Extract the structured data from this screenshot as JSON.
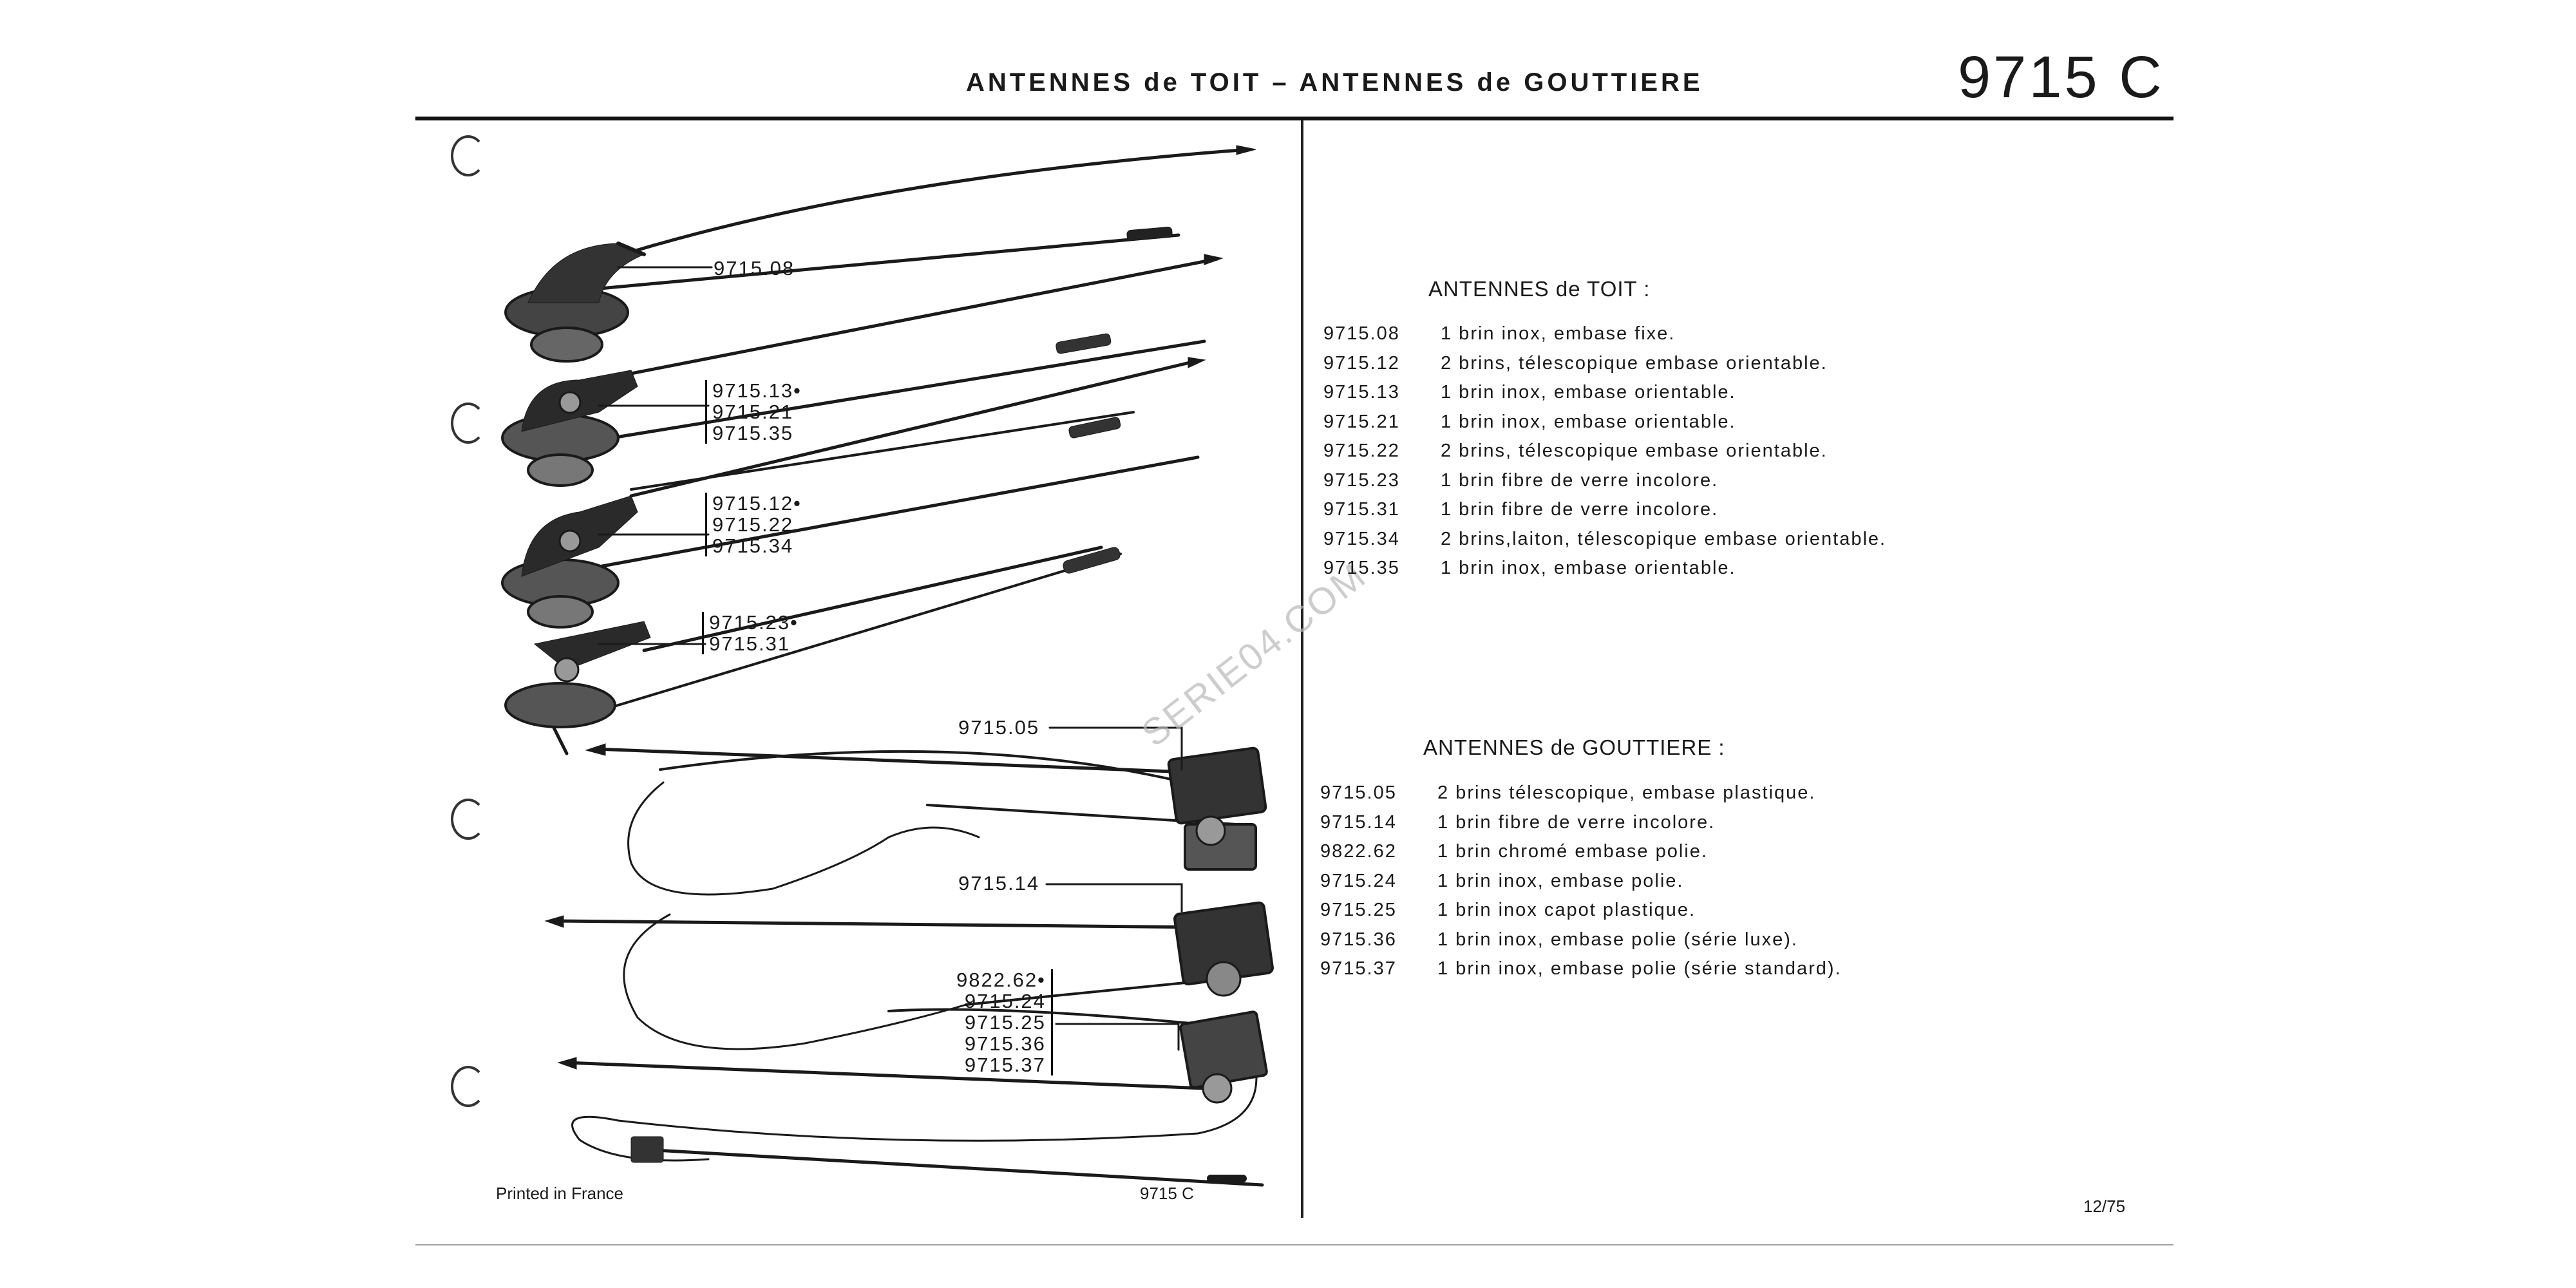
{
  "header": {
    "title_left": "ANTENNES de TOIT",
    "title_sep": "–",
    "title_right": "ANTENNES de GOUTTIERE",
    "page_code": "9715 C"
  },
  "diagram_callouts": {
    "c1": "9715.08",
    "c2": [
      "9715.13•",
      "9715.21",
      "9715.35"
    ],
    "c3": [
      "9715.12•",
      "9715.22",
      "9715.34"
    ],
    "c4": [
      "9715.23•",
      "9715.31"
    ],
    "c5": "9715.05",
    "c6": "9715.14",
    "c7": [
      "9822.62•",
      "9715.24",
      "9715.25",
      "9715.36",
      "9715.37"
    ]
  },
  "toit": {
    "heading": "ANTENNES de TOIT :",
    "items": [
      {
        "code": "9715.08",
        "desc": "1 brin inox, embase fixe."
      },
      {
        "code": "9715.12",
        "desc": "2 brins, télescopique embase orientable."
      },
      {
        "code": "9715.13",
        "desc": "1 brin inox, embase orientable."
      },
      {
        "code": "9715.21",
        "desc": "1 brin inox, embase orientable."
      },
      {
        "code": "9715.22",
        "desc": "2 brins, télescopique embase orientable."
      },
      {
        "code": "9715.23",
        "desc": "1 brin fibre de verre incolore."
      },
      {
        "code": "9715.31",
        "desc": "1 brin fibre de verre incolore."
      },
      {
        "code": "9715.34",
        "desc": "2 brins,laiton, télescopique embase orientable."
      },
      {
        "code": "9715.35",
        "desc": "1 brin inox, embase orientable."
      }
    ]
  },
  "gouttiere": {
    "heading": "ANTENNES de GOUTTIERE :",
    "items": [
      {
        "code": "9715.05",
        "desc": "2 brins télescopique, embase plastique."
      },
      {
        "code": "9715.14",
        "desc": "1 brin fibre de verre incolore."
      },
      {
        "code": "9822.62",
        "desc": "1 brin chromé embase polie."
      },
      {
        "code": "9715.24",
        "desc": "1 brin inox, embase polie."
      },
      {
        "code": "9715.25",
        "desc": "1 brin inox capot plastique."
      },
      {
        "code": "9715.36",
        "desc": "1 brin inox, embase polie (série luxe)."
      },
      {
        "code": "9715.37",
        "desc": "1 brin inox, embase polie (série standard)."
      }
    ]
  },
  "footer": {
    "printed": "Printed in France",
    "plate_code": "9715 C",
    "date": "12/75"
  },
  "watermark": "SERIE04.COM"
}
